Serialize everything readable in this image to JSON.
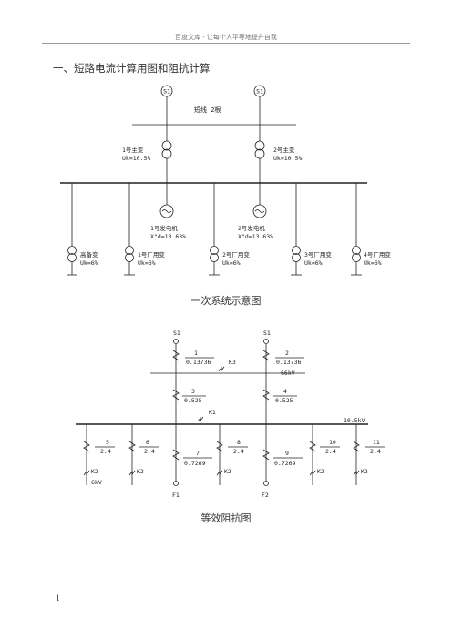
{
  "header": {
    "text": "百度文库 - 让每个人平等地提升自我"
  },
  "section_title": "一、短路电流计算用图和阻抗计算",
  "diagram1": {
    "sources": [
      "S1",
      "S1"
    ],
    "line_label": "短线  2根",
    "transformers": [
      {
        "name": "1号主变",
        "uk": "Uk=10.5%"
      },
      {
        "name": "2号主变",
        "uk": "Uk=10.5%"
      }
    ],
    "generators": [
      {
        "name": "1号发电机",
        "xd": "X\"d=13.63%"
      },
      {
        "name": "2号发电机",
        "xd": "X\"d=13.63%"
      }
    ],
    "aux_transformers": [
      {
        "name": "高备变",
        "uk": "Uk=6%"
      },
      {
        "name": "1号厂用变",
        "uk": "Uk=6%"
      },
      {
        "name": "2号厂用变",
        "uk": "Uk=6%"
      },
      {
        "name": "3号厂用变",
        "uk": "Uk=6%"
      },
      {
        "name": "4号厂用变",
        "uk": "Uk=6%"
      }
    ],
    "caption": "一次系统示意图"
  },
  "diagram2": {
    "sources": [
      "S1",
      "S1"
    ],
    "impedances": [
      {
        "num": "1",
        "val": "0.13736"
      },
      {
        "num": "2",
        "val": "0.13736"
      },
      {
        "num": "3",
        "val": "0.525"
      },
      {
        "num": "4",
        "val": "0.525"
      },
      {
        "num": "5",
        "val": "2.4"
      },
      {
        "num": "6",
        "val": "2.4"
      },
      {
        "num": "7",
        "val": "0.7269"
      },
      {
        "num": "8",
        "val": "2.4"
      },
      {
        "num": "9",
        "val": "0.7269"
      },
      {
        "num": "10",
        "val": "2.4"
      },
      {
        "num": "11",
        "val": "2.4"
      }
    ],
    "fault_points": {
      "k3": "K3",
      "k1": "K1",
      "k2": "K2"
    },
    "bus_labels": {
      "hv": "66kV",
      "lv": "10.5kV",
      "aux": "6kV"
    },
    "generator_nodes": [
      "F1",
      "F2"
    ],
    "caption": "等效阻抗图"
  },
  "page_number": "1"
}
